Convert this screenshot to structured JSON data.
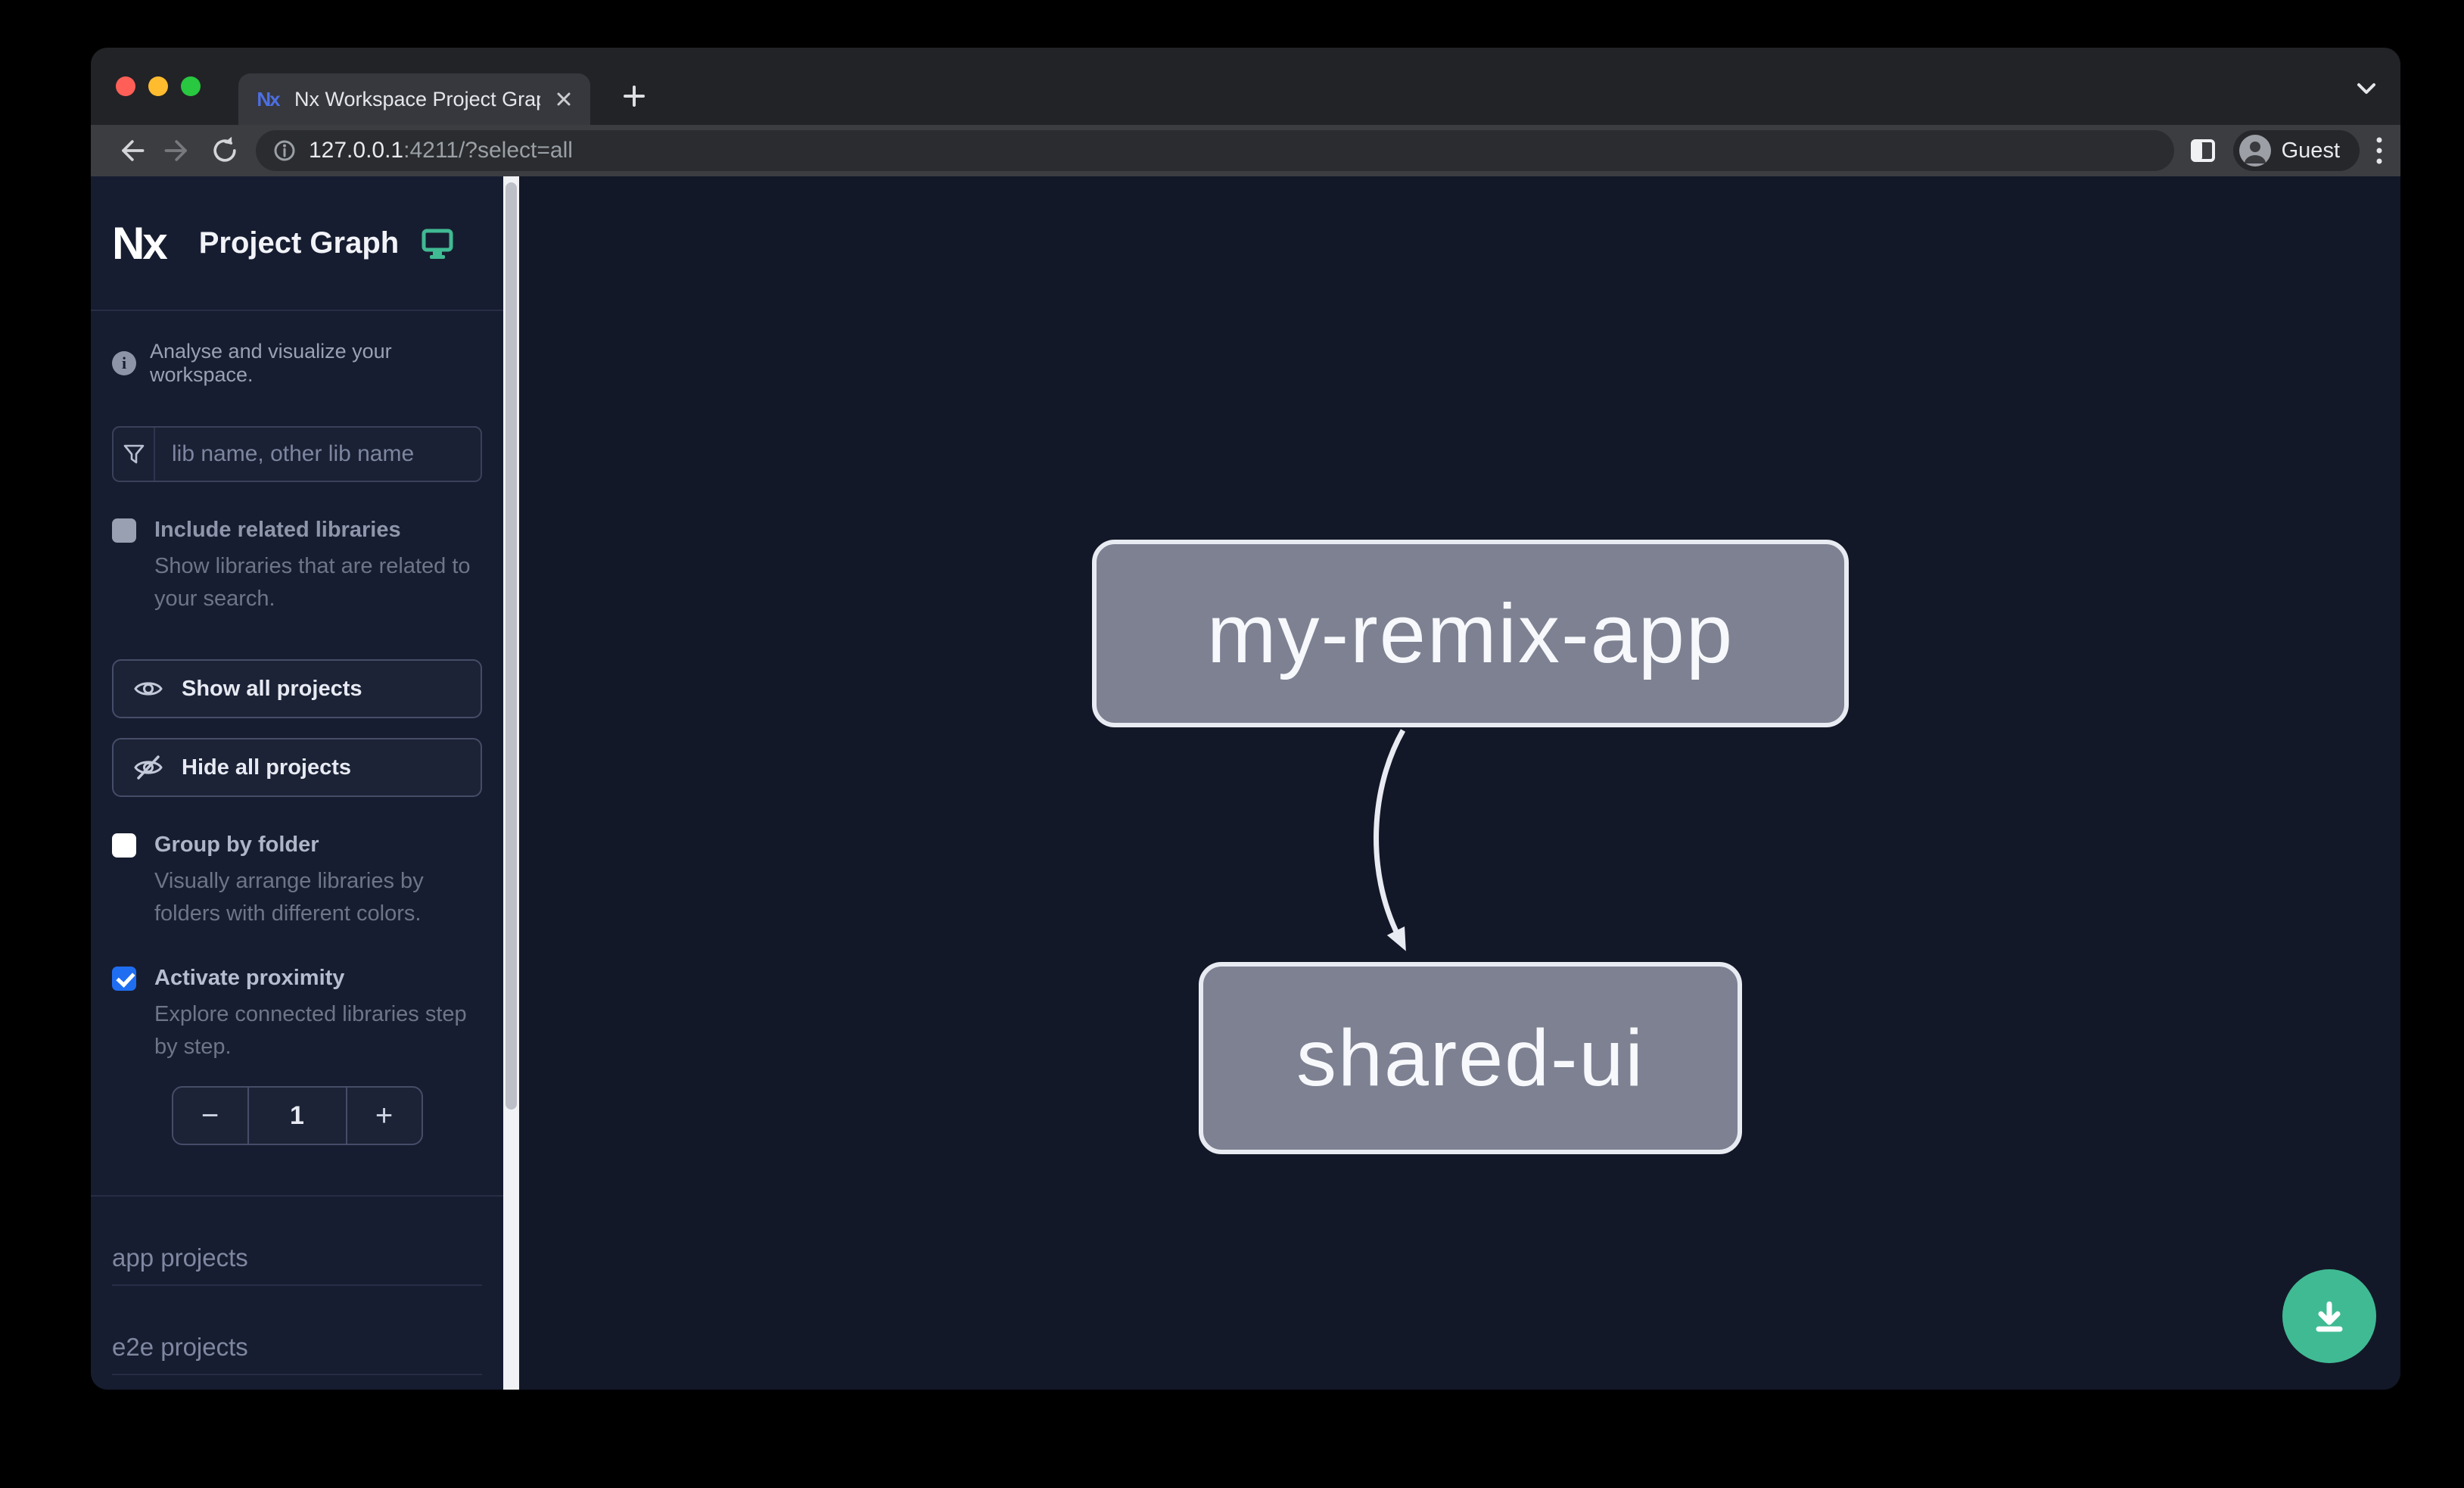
{
  "browser": {
    "tab_title": "Nx Workspace Project Graph",
    "favicon_text": "Nx",
    "url": {
      "host": "127.0.0.1",
      "rest": ":4211/?select=all"
    },
    "profile_label": "Guest"
  },
  "sidebar": {
    "brand": {
      "logo_text": "Nx",
      "title": "Project Graph"
    },
    "tagline": "Analyse and visualize your workspace.",
    "filter_placeholder": "lib name, other lib name",
    "include_related": {
      "label": "Include related libraries",
      "description": "Show libraries that are related to your search.",
      "checked": false
    },
    "show_all_label": "Show all projects",
    "hide_all_label": "Hide all projects",
    "group_by_folder": {
      "label": "Group by folder",
      "description": "Visually arrange libraries by folders with different colors.",
      "checked": false
    },
    "activate_proximity": {
      "label": "Activate proximity",
      "description": "Explore connected libraries step by step.",
      "checked": true
    },
    "proximity_stepper": {
      "decrement": "−",
      "value": "1",
      "increment": "+"
    },
    "sections": [
      {
        "label": "app projects"
      },
      {
        "label": "e2e projects"
      }
    ]
  },
  "graph": {
    "nodes": [
      {
        "label": "my-remix-app"
      },
      {
        "label": "shared-ui"
      }
    ],
    "edges": [
      {
        "source": "my-remix-app",
        "target": "shared-ui"
      }
    ]
  },
  "colors": {
    "checkbox_accent": "#1f6ef2",
    "node_fill": "#7d8192",
    "node_border": "#e9ebf3",
    "canvas_bg": "#131828",
    "sidebar_bg": "#171d30",
    "fab_green": "#40ba93",
    "monitor_icon_green": "#40ba93",
    "traffic_red": "#ff5f57",
    "traffic_yellow": "#febc2e",
    "traffic_green": "#28c840"
  }
}
